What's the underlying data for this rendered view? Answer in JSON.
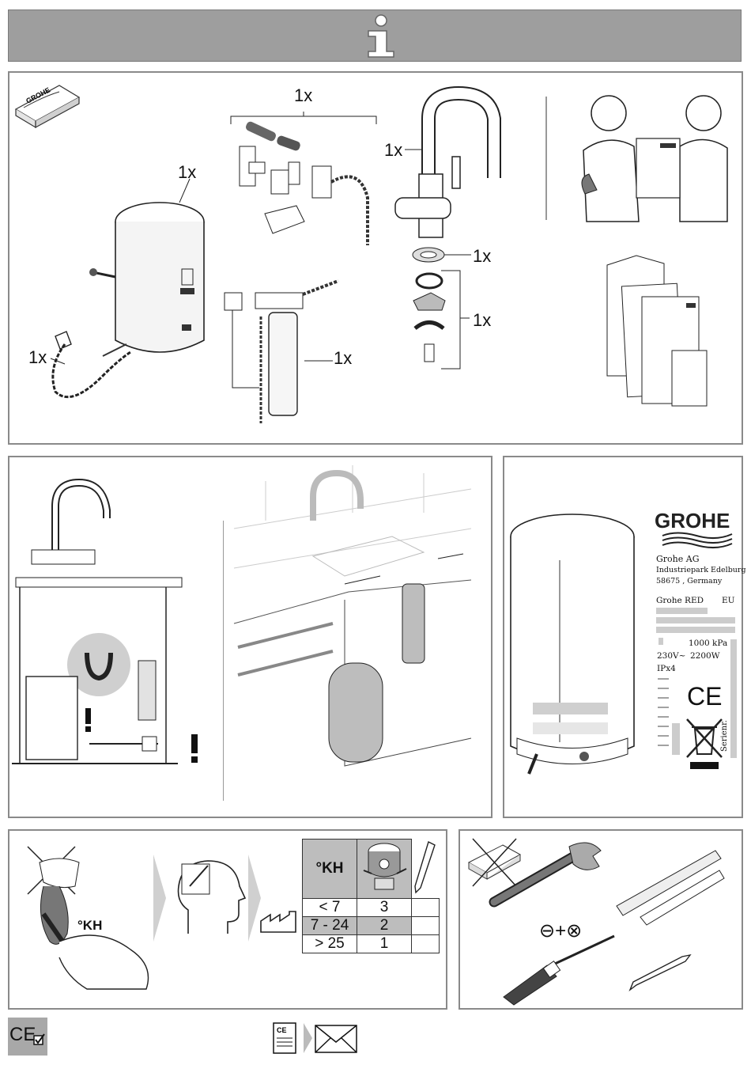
{
  "header": {
    "icon": "info-icon",
    "background": "#9e9e9e"
  },
  "contents": {
    "qty_tank": "1x",
    "qty_connectors": "1x",
    "qty_faucet": "1x",
    "qty_cable": "1x",
    "qty_filter": "1x",
    "qty_washer": "1x",
    "qty_mounting": "1x"
  },
  "nameplate": {
    "brand": "GROHE",
    "company": "Grohe AG",
    "address1": "Industriepark Edelburg",
    "address2": "58675 , Germany",
    "product": "Grohe RED",
    "region": "EU",
    "pressure": "1000 kPa",
    "voltage": "230V~",
    "power": "2200W",
    "ip": "IPx4",
    "ce": "CE",
    "serial": "Serienr."
  },
  "water_hardness": {
    "kh_label": "°KH",
    "column_header": "°KH",
    "rows": [
      {
        "range": "< 7",
        "setting": "3"
      },
      {
        "range": "7 - 24",
        "setting": "2"
      },
      {
        "range": "> 25",
        "setting": "1"
      }
    ],
    "highlight_color": "#bdbdbd"
  },
  "tools": {
    "screw_types": "⊖+⊗"
  },
  "footer": {
    "ce_mark": "CE"
  }
}
